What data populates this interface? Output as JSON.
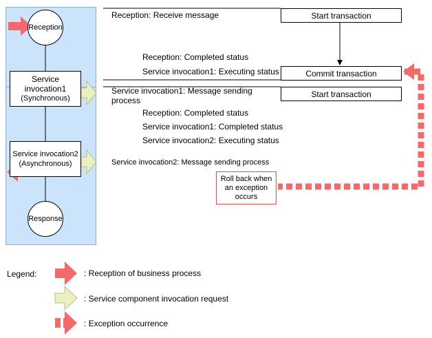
{
  "flow": {
    "reception": "Reception",
    "service1_line1": "Service",
    "service1_line2": "invocation1",
    "service1_line3": "(Synchronous)",
    "service2_line1": "Service invocation2",
    "service2_line2": "(Asynchronous)",
    "response": "Response"
  },
  "transactions": {
    "start1": "Start transaction",
    "commit": "Commit transaction",
    "start2": "Start transaction"
  },
  "notes": {
    "receive": "Reception: Receive message",
    "completed1": "Reception: Completed status",
    "executing1": "Service invocation1: Executing status",
    "sending1_line1": "Service invocation1: Message sending",
    "sending1_line2": "process",
    "completed2a": "Reception: Completed status",
    "completed2b": "Service invocation1: Completed status",
    "executing2": "Service invocation2: Executing status",
    "sending2": "Service invocation2: Message sending process"
  },
  "rollback": {
    "line1": "Roll back when",
    "line2": "an exception",
    "line3": "occurs"
  },
  "legend": {
    "title": "Legend:",
    "reception": ": Reception of business process",
    "invocation": ": Service component invocation request",
    "exception": ": Exception occurrence"
  },
  "colors": {
    "panel": "#cce4fb",
    "reception_arrow": "#f46a6a",
    "invocation_arrow": "#ecf0c0",
    "exception": "#f46a6a",
    "rollback_border": "#e05050"
  }
}
